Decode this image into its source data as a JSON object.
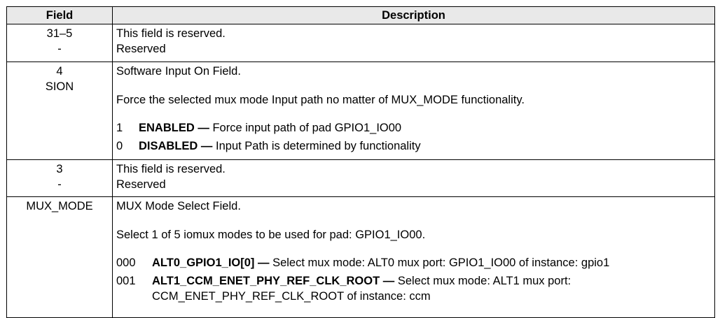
{
  "header": {
    "field": "Field",
    "description": "Description"
  },
  "rows": [
    {
      "bits": "31–5",
      "name": "-",
      "lines": [
        "This field is reserved.",
        "Reserved"
      ]
    },
    {
      "bits": "4",
      "name": "SION",
      "title": "Software Input On Field.",
      "detail": "Force the selected mux mode Input path no matter of MUX_MODE functionality.",
      "values": [
        {
          "code": "1",
          "name": "ENABLED",
          "sep": " — ",
          "desc": "Force input path of pad GPIO1_IO00"
        },
        {
          "code": "0",
          "name": "DISABLED",
          "sep": " — ",
          "desc": "Input Path is determined by functionality"
        }
      ]
    },
    {
      "bits": "3",
      "name": "-",
      "lines": [
        "This field is reserved.",
        "Reserved"
      ]
    },
    {
      "bits": "MUX_MODE",
      "title": "MUX Mode Select Field.",
      "detail": "Select 1 of 5 iomux modes to be used for pad: GPIO1_IO00.",
      "values": [
        {
          "code": "000",
          "name": "ALT0_GPIO1_IO[0]",
          "sep": " — ",
          "desc": "Select mux mode: ALT0 mux port: GPIO1_IO00 of instance: gpio1"
        },
        {
          "code": "001",
          "name": "ALT1_CCM_ENET_PHY_REF_CLK_ROOT",
          "sep": " — ",
          "desc": "Select mux mode: ALT1 mux port: CCM_ENET_PHY_REF_CLK_ROOT of instance: ccm"
        }
      ]
    }
  ]
}
